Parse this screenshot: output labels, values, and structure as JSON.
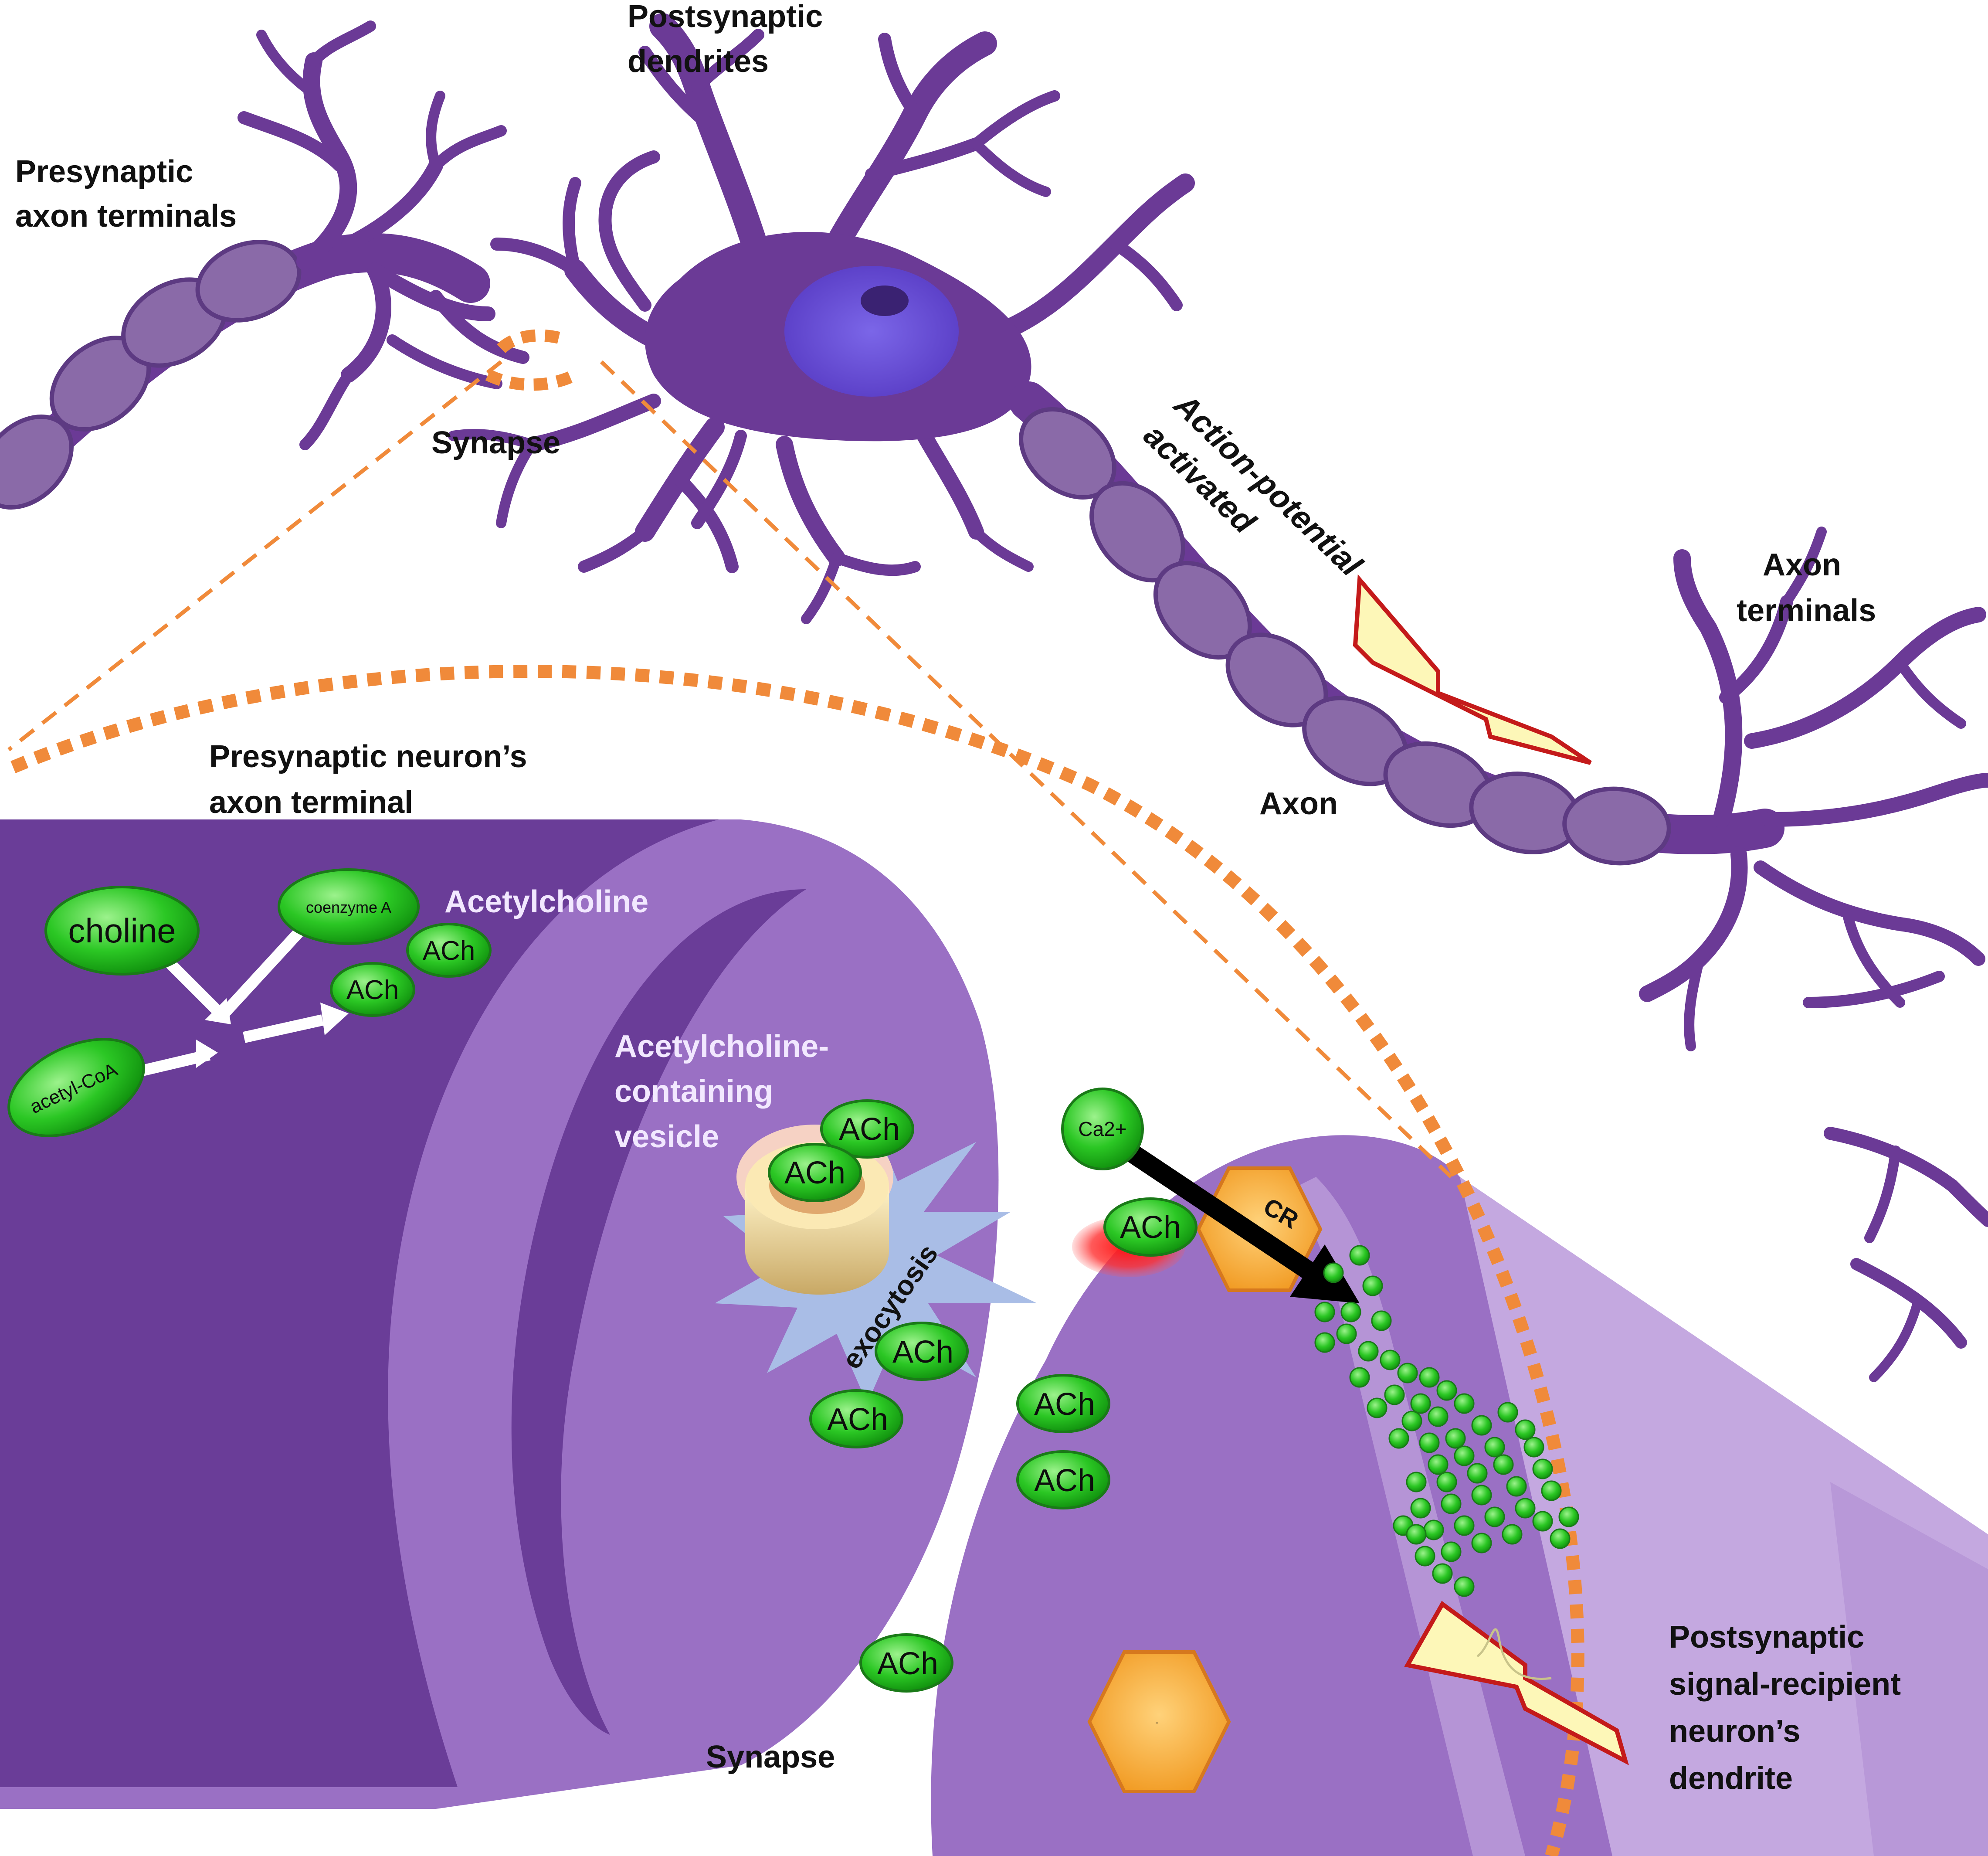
{
  "colors": {
    "neuron": "#6b3a96",
    "neuron_dark": "#4e2a75",
    "myelin": "#8a6aa8",
    "terminal_dark": "#6a3d98",
    "terminal_mid": "#9a70c4",
    "terminal_light": "#bda0dc",
    "dendrite_light": "#c4a8e0",
    "molecule_green": "#22c41e",
    "highlight_orange": "#f08a3a",
    "bolt_fill": "#fdf7b8",
    "bolt_stroke": "#c41a1a",
    "hexagon": "#f4a12e",
    "nucleus": "#5a3fcf",
    "burst": "#a9bde6"
  },
  "labels": {
    "postsynaptic_dendrites": [
      "Postsynaptic",
      "dendrites"
    ],
    "presynaptic_axon_terminals": [
      "Presynaptic",
      "axon terminals"
    ],
    "synapse_top": "Synapse",
    "action_potential": [
      "Action-potential",
      "activated"
    ],
    "axon_terminals": [
      "Axon",
      "terminals"
    ],
    "axon": "Axon",
    "presynaptic_terminal": [
      "Presynaptic neuron’s",
      "axon terminal"
    ],
    "acetylcholine": "Acetylcholine",
    "vesicle": [
      "Acetylcholine-",
      "containing",
      "vesicle"
    ],
    "exocytosis": "exocytosis",
    "receptor": "CR",
    "synapse_bottom": "Synapse",
    "postsynaptic_dendrite": [
      "Postsynaptic",
      "signal-recipient",
      "neuron’s",
      "dendrite"
    ]
  },
  "molecules": {
    "choline": "choline",
    "coenzyme_a": "coenzyme A",
    "acetyl_coa": "acetyl-CoA",
    "ach": "ACh",
    "calcium": "Ca2+"
  },
  "hexagon_mark": "-"
}
